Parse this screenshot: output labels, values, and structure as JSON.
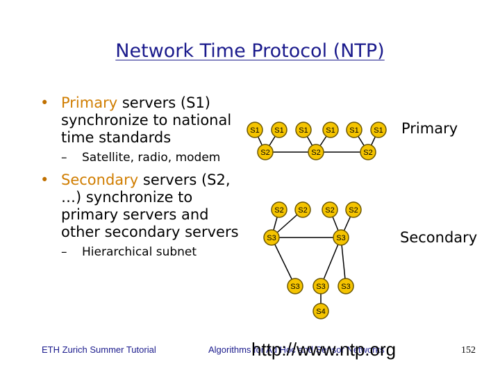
{
  "title": "Network Time Protocol (NTP)",
  "bullets": {
    "primary": {
      "highlight": "Primary",
      "rest": " servers (S1) synchronize to national time standards",
      "sub": "Satellite, radio, modem"
    },
    "secondary": {
      "highlight": "Secondary",
      "rest": " servers (S2, …) synchronize to primary servers and other secondary servers",
      "sub": "Hierarchical subnet"
    }
  },
  "diagram": {
    "labels": {
      "s1": "S1",
      "s2": "S2",
      "s3": "S3",
      "s4": "S4"
    },
    "primary_label": "Primary",
    "secondary_label": "Secondary",
    "node_fill": "#f5c400",
    "node_stroke": "#6b5600"
  },
  "footer": {
    "left": "ETH Zurich Summer Tutorial",
    "center": "Algorithms for Ad Hoc and Sensor Networks",
    "url": "http://www.ntp.org",
    "page": "152"
  },
  "colors": {
    "title": "#1a1a8c",
    "highlight": "#d07d00"
  }
}
